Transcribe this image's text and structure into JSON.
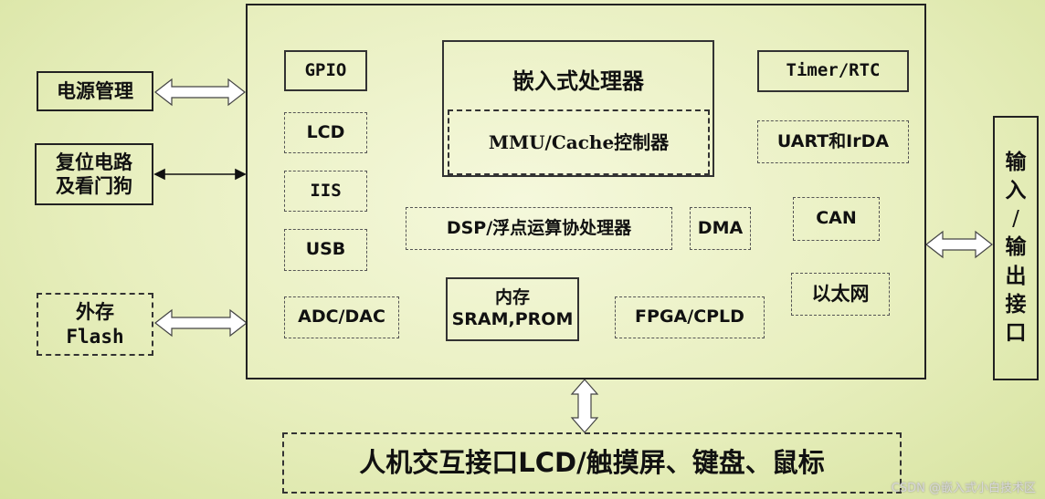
{
  "main_board": {
    "processor": {
      "title": "嵌入式处理器",
      "mmu": "MMU/Cache控制器"
    },
    "gpio": "GPIO",
    "lcd": "LCD",
    "iis": "IIS",
    "usb": "USB",
    "adc_dac": "ADC/DAC",
    "timer": "Timer/RTC",
    "uart": "UART和IrDA",
    "can": "CAN",
    "ethernet": "以太网",
    "dsp": "DSP/浮点运算协处理器",
    "dma": "DMA",
    "memory": {
      "line1": "内存",
      "line2": "SRAM,PROM"
    },
    "fpga": "FPGA/CPLD"
  },
  "left": {
    "power": "电源管理",
    "reset": {
      "line1": "复位电路",
      "line2": "及看门狗"
    },
    "storage": {
      "line1": "外存",
      "line2": "Flash"
    }
  },
  "right": {
    "io": [
      "输",
      "入",
      "/",
      "输",
      "出",
      "接",
      "口"
    ]
  },
  "bottom": {
    "hmi": "人机交互接口LCD/触摸屏、键盘、鼠标"
  },
  "watermark": "CSDN @嵌入式小白技术区"
}
